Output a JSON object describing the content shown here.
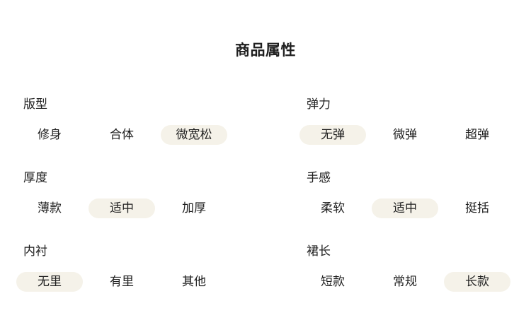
{
  "page": {
    "title": "商品属性",
    "background": "#ffffff",
    "text_color": "#1f1f1f",
    "pill_color": "#f5f2e9"
  },
  "groups": [
    {
      "label": "版型",
      "options": [
        {
          "label": "修身",
          "selected": false
        },
        {
          "label": "合体",
          "selected": false
        },
        {
          "label": "微宽松",
          "selected": true
        }
      ]
    },
    {
      "label": "弹力",
      "options": [
        {
          "label": "无弹",
          "selected": true
        },
        {
          "label": "微弹",
          "selected": false
        },
        {
          "label": "超弹",
          "selected": false
        }
      ]
    },
    {
      "label": "厚度",
      "options": [
        {
          "label": "薄款",
          "selected": false
        },
        {
          "label": "适中",
          "selected": true
        },
        {
          "label": "加厚",
          "selected": false
        }
      ]
    },
    {
      "label": "手感",
      "options": [
        {
          "label": "柔软",
          "selected": false
        },
        {
          "label": "适中",
          "selected": true
        },
        {
          "label": "挺括",
          "selected": false
        }
      ]
    },
    {
      "label": "内衬",
      "options": [
        {
          "label": "无里",
          "selected": true
        },
        {
          "label": "有里",
          "selected": false
        },
        {
          "label": "其他",
          "selected": false
        }
      ]
    },
    {
      "label": "裙长",
      "options": [
        {
          "label": "短款",
          "selected": false
        },
        {
          "label": "常规",
          "selected": false
        },
        {
          "label": "长款",
          "selected": true
        }
      ]
    }
  ]
}
